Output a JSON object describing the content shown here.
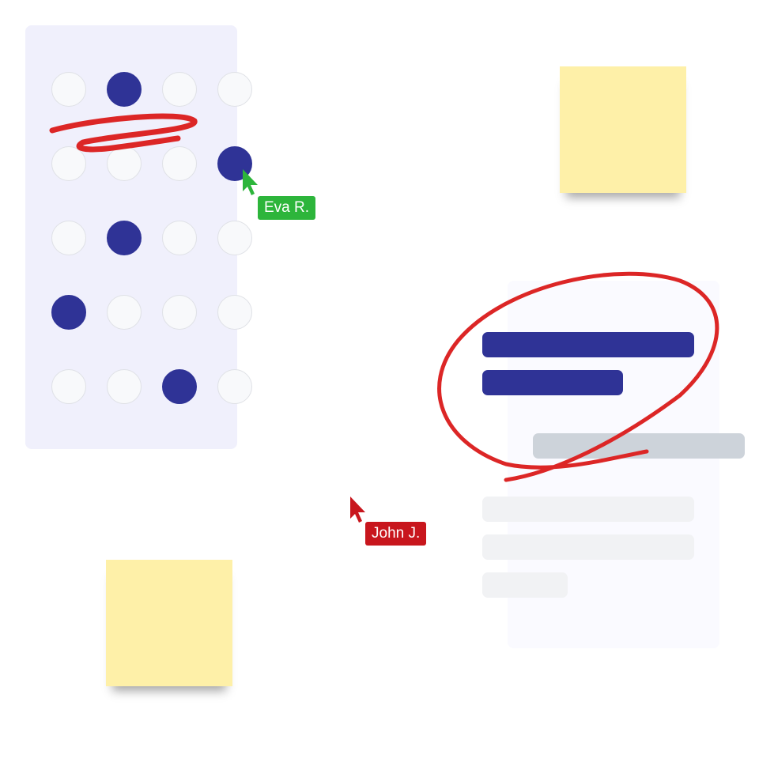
{
  "dot_grid": {
    "rows": 5,
    "cols": 4,
    "filled": [
      [
        0,
        1
      ],
      [
        1,
        3
      ],
      [
        2,
        1
      ],
      [
        3,
        0
      ],
      [
        4,
        2
      ]
    ]
  },
  "cursors": [
    {
      "name": "Eva R.",
      "color": "#2db53b"
    },
    {
      "name": "John J.",
      "color": "#c8161d"
    }
  ],
  "colors": {
    "accent": "#2f3396",
    "annotation": "#dc2626",
    "sticky": "#fef0a8"
  }
}
